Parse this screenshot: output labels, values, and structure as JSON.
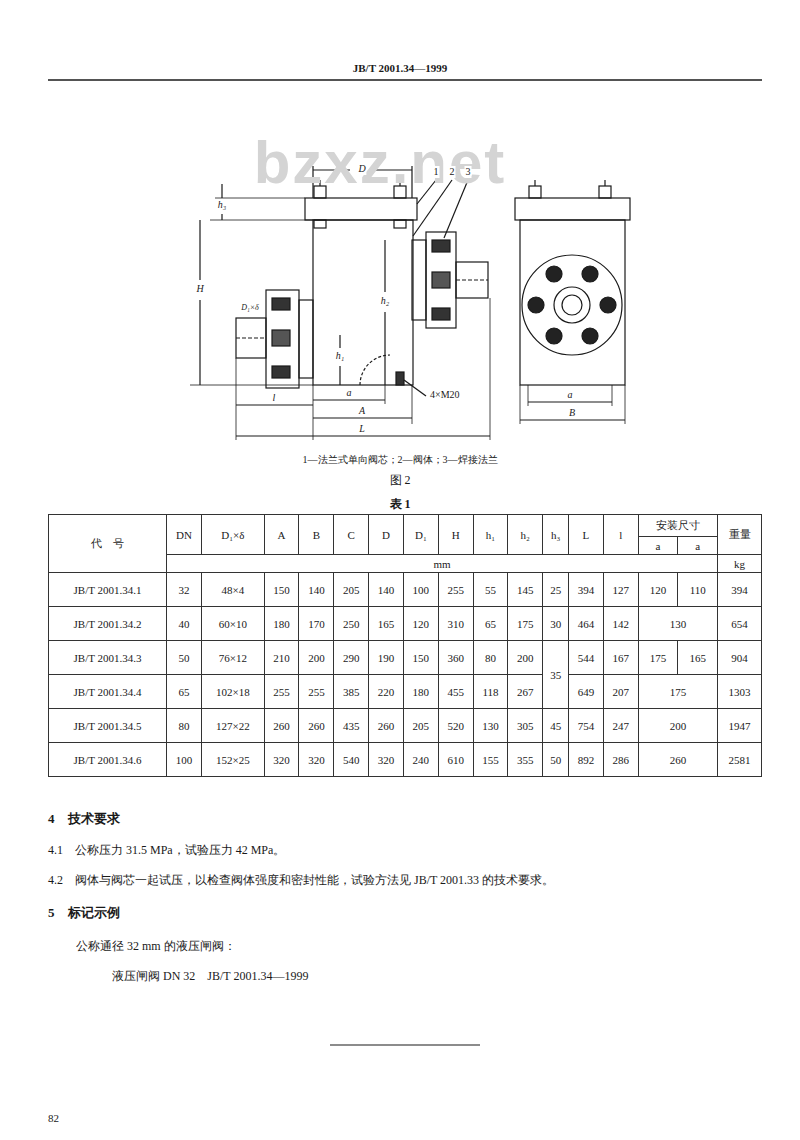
{
  "diagram": {
    "caption": "图 2",
    "labels": [
      "JB/T 2001.34—1999",
      "bzxz.net",
      "D",
      "1",
      "2",
      "3",
      "h₃",
      "H",
      "h₂",
      "h₁",
      "D₁×δ",
      "l",
      "a",
      "A",
      "L",
      "4×M20",
      "a",
      "B",
      "1—法兰式单向阀芯；2—阀体；3—焊接法兰",
      "表 1",
      "代　号",
      "DN",
      "D₁×δ",
      "A",
      "B",
      "C",
      "D",
      "D₁",
      "H",
      "h₁",
      "h₂",
      "h₃",
      "L",
      "l",
      "安装尺寸",
      "重量",
      "a",
      "a",
      "mm",
      "kg",
      "JB/T 2001.34.1",
      "32",
      "48×4",
      "150",
      "140",
      "205",
      "140",
      "100",
      "255",
      "55",
      "145",
      "25",
      "394",
      "127",
      "120",
      "110",
      "394",
      "JB/T 2001.34.2",
      "40",
      "60×10",
      "180",
      "170",
      "250",
      "165",
      "120",
      "310",
      "65",
      "175",
      "30",
      "464",
      "142",
      "130",
      "654",
      "JB/T 2001.34.3",
      "50",
      "76×12",
      "210",
      "200",
      "290",
      "190",
      "150",
      "360",
      "80",
      "200",
      "35",
      "544",
      "167",
      "175",
      "165",
      "904",
      "JB/T 2001.34.4",
      "65",
      "102×18",
      "255",
      "255",
      "385",
      "220",
      "180",
      "455",
      "118",
      "267",
      "649",
      "207",
      "175",
      "1303",
      "JB/T 2001.34.5",
      "80",
      "127×22",
      "260",
      "260",
      "435",
      "260",
      "205",
      "520",
      "130",
      "305",
      "45",
      "754",
      "247",
      "200",
      "1947",
      "JB/T 2001.34.6",
      "100",
      "152×25",
      "320",
      "320",
      "540",
      "320",
      "240",
      "610",
      "155",
      "355",
      "50",
      "892",
      "286",
      "260",
      "2581",
      "4　技术要求",
      "4.1　公称压力 31.5 MPa，试验压力 42 MPa。",
      "4.2　阀体与阀芯一起试压，以检查阀体强度和密封性能，试验方法见 JB/T 2001.33 的技术要求。",
      "5　标记示例",
      "公称通径 32 mm 的液压闸阀：",
      "液压闸阀 DN 32　JB/T 2001.34—1999",
      "82"
    ]
  }
}
